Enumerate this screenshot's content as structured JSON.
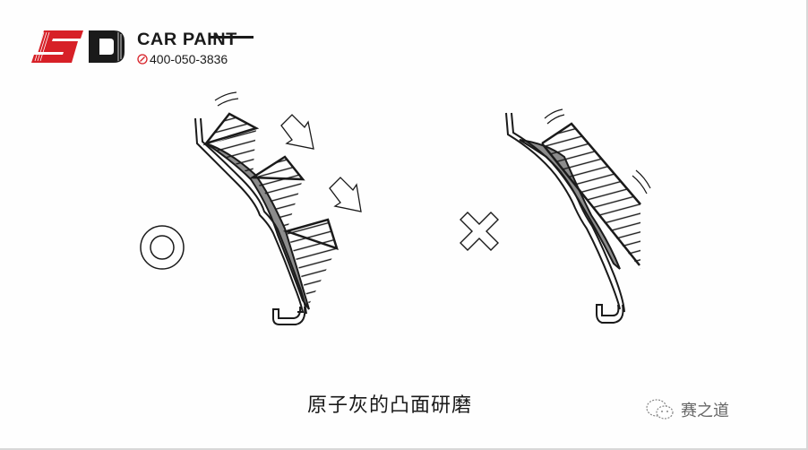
{
  "logo": {
    "mark": "SD",
    "brand_text": "CAR PAINT",
    "phone": "400-050-3836",
    "mark_color": "#d72027",
    "mark_dark_color": "#1a1a1a"
  },
  "diagram": {
    "left_panel": {
      "symbol": "circle-correct",
      "meaning": "correct"
    },
    "right_panel": {
      "symbol": "cross-incorrect",
      "meaning": "incorrect"
    },
    "filler_color": "#8c8c8c",
    "line_color": "#1a1a1a"
  },
  "caption": "原子灰的凸面研磨",
  "watermark": {
    "icon": "wechat-icon",
    "text": "赛之道"
  }
}
